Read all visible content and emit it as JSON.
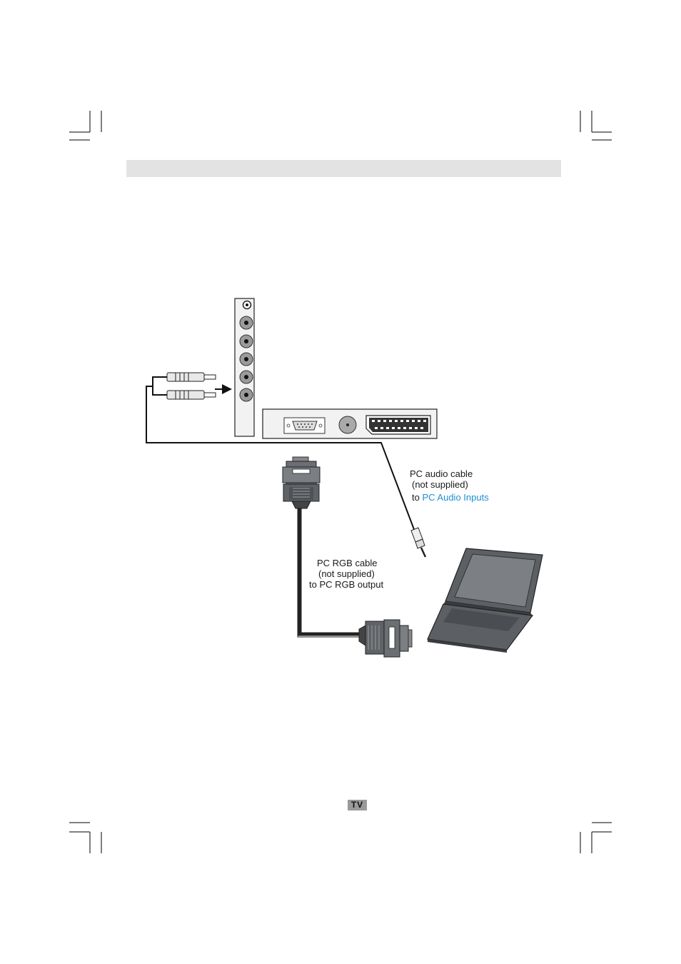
{
  "labels": {
    "audio_title": "PC audio cable",
    "audio_note": "(not supplied)",
    "audio_to_prefix": "to ",
    "audio_target": "PC Audio Inputs",
    "rgb_title": "PC RGB cable",
    "rgb_note": "(not supplied)",
    "rgb_to": "to PC RGB output"
  },
  "footer": {
    "badge": "TV"
  },
  "colors": {
    "link_blue": "#1e8fd0",
    "header_bar": "#e3e3e3",
    "connector_gray": "#6b6f73",
    "laptop_gray": "#5c6064"
  }
}
